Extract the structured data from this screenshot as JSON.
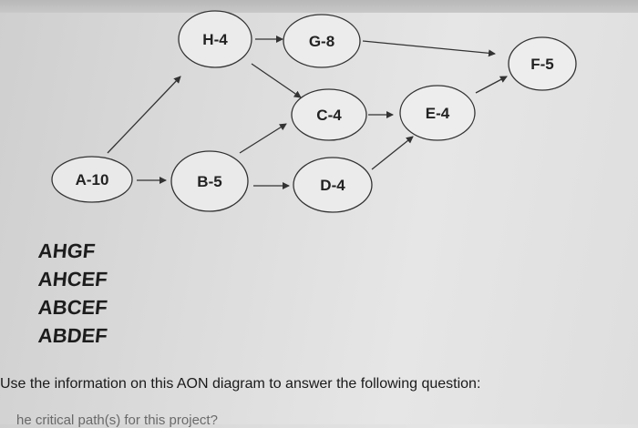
{
  "nodes": {
    "h": "H-4",
    "g": "G-8",
    "c": "C-4",
    "e": "E-4",
    "f": "F-5",
    "a": "A-10",
    "b": "B-5",
    "d": "D-4"
  },
  "paths": [
    "AHGF",
    "AHCEF",
    "ABCEF",
    "ABDEF"
  ],
  "instruction": "Use the information on this AON diagram to answer the following question:",
  "question_partial": "he critical path(s) for this project?"
}
